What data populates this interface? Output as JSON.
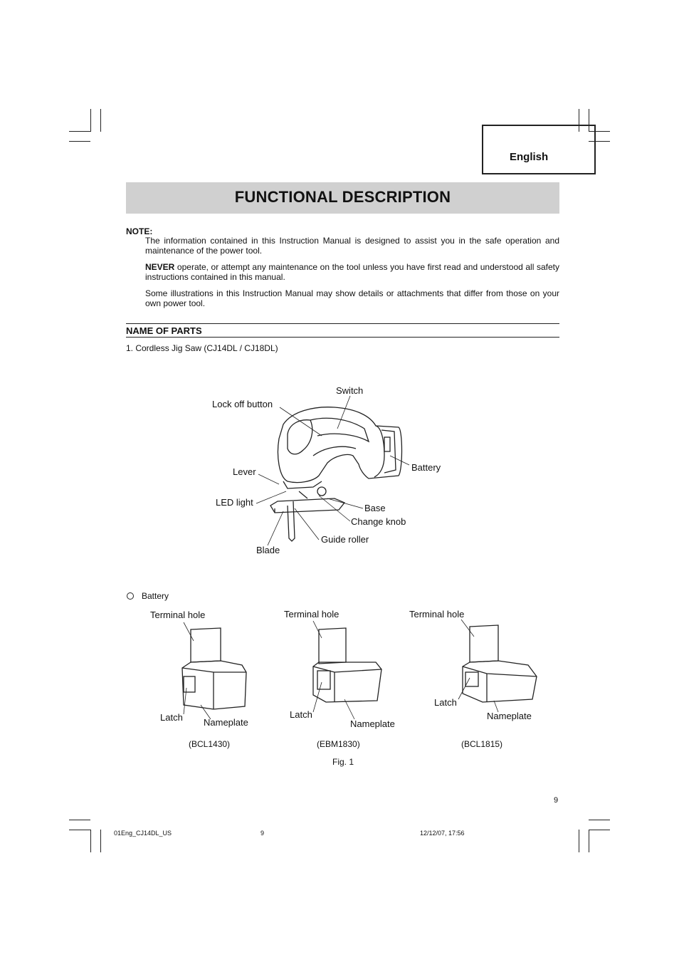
{
  "header": {
    "language_tab": "English"
  },
  "title": "FUNCTIONAL DESCRIPTION",
  "note": {
    "label": "NOTE:",
    "paragraph1": "The information contained in this Instruction Manual is designed to assist you in the safe operation and maintenance of the power tool.",
    "paragraph2_lead": "NEVER",
    "paragraph2_rest": " operate, or attempt any maintenance on the tool unless you have first read and understood all safety instructions contained in this manual.",
    "paragraph3": "Some illustrations in this Instruction Manual may show details or attachments that differ from those on your own power tool."
  },
  "section": {
    "title": "NAME OF PARTS",
    "item1": "1.   Cordless Jig Saw (CJ14DL / CJ18DL)"
  },
  "jigsaw_labels": {
    "switch": "Switch",
    "lock_off_button": "Lock off button",
    "battery": "Battery",
    "lever": "Lever",
    "led_light": "LED light",
    "base": "Base",
    "change_knob": "Change knob",
    "guide_roller": "Guide roller",
    "blade": "Blade"
  },
  "battery_section": {
    "heading": "Battery",
    "batteries": [
      {
        "terminal": "Terminal hole",
        "latch": "Latch",
        "nameplate": "Nameplate",
        "model": "(BCL1430)"
      },
      {
        "terminal": "Terminal hole",
        "latch": "Latch",
        "nameplate": "Nameplate",
        "model": "(EBM1830)"
      },
      {
        "terminal": "Terminal hole",
        "latch": "Latch",
        "nameplate": "Nameplate",
        "model": "(BCL1815)"
      }
    ],
    "figure_caption": "Fig. 1"
  },
  "page_number": "9",
  "footer": {
    "file": "01Eng_CJ14DL_US",
    "page": "9",
    "timestamp": "12/12/07, 17:56"
  }
}
